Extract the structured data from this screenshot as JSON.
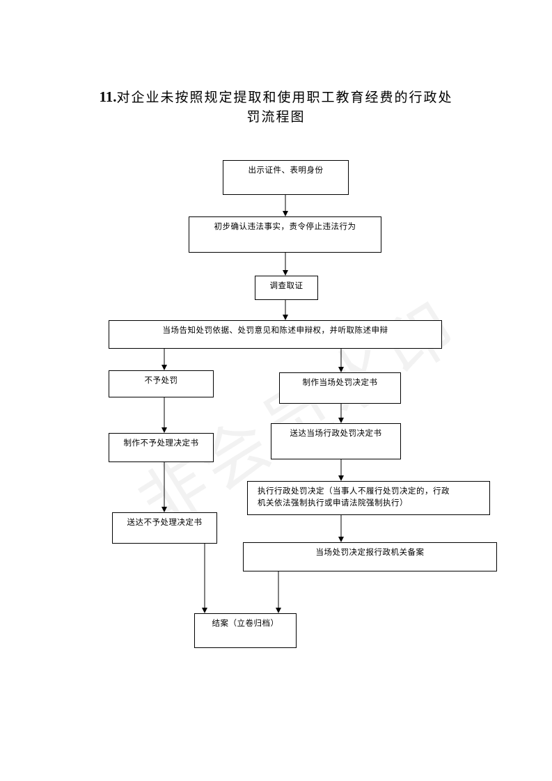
{
  "title": {
    "number": "11.",
    "line1": "对企业未按照规定提取和使用职工教育经费的行政处",
    "line2": "罚流程图"
  },
  "watermark": "非会员水印",
  "nodes": {
    "show_id": "出示证件、表明身份",
    "initial_confirm": "初步确认违法事实，责令停止违法行为",
    "investigate": "调查取证",
    "notify": "当场告知处罚依据、处罚意见和陈述申辩权，并听取陈述申辩",
    "no_penalty": "不予处罚",
    "make_no_penalty_doc": "制作不予处理决定书",
    "deliver_no_penalty_doc": "送达不予处理决定书",
    "make_onsite_doc": "制作当场处罚决定书",
    "deliver_onsite_doc": "送达当场行政处罚决定书",
    "execute_line1": "执行行政处罚决定（当事人不履行处罚决定的，行政",
    "execute_line2": "机关依法强制执行或申请法院强制执行）",
    "report": "当场处罚决定报行政机关备案",
    "close_case": "结案（立卷归档）"
  }
}
